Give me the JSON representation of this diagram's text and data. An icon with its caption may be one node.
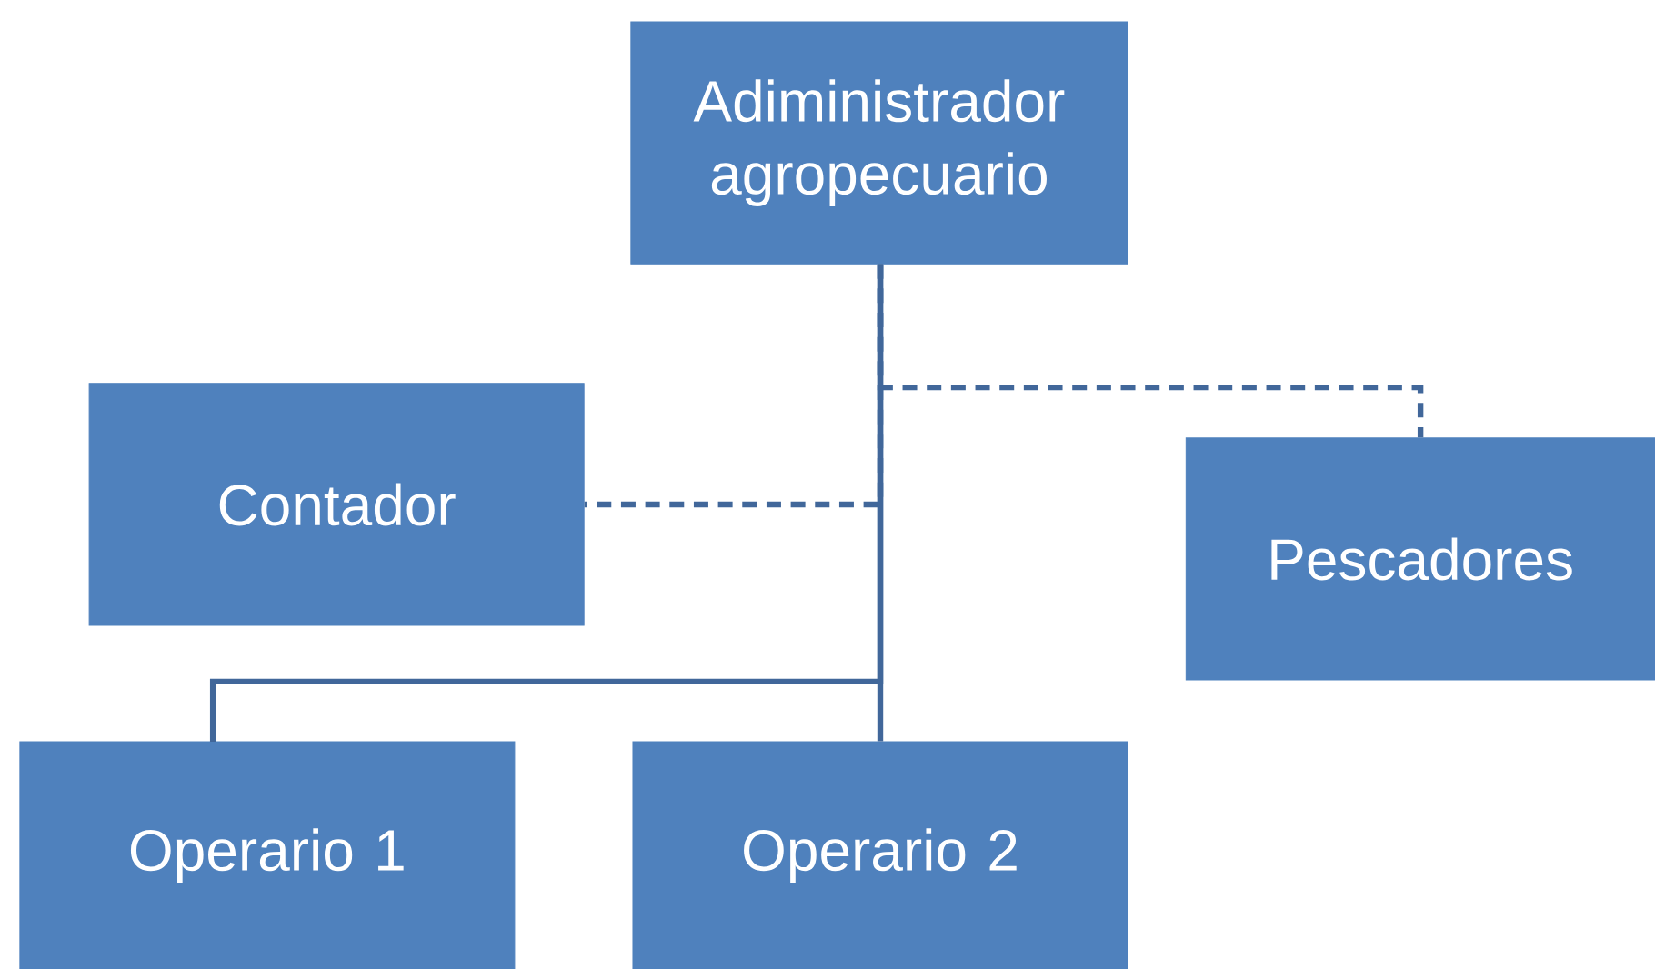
{
  "diagram": {
    "nodes": [
      {
        "text": [
          "Adiministrador agropecuario"
        ]
      },
      {
        "text": [
          "Contador"
        ]
      },
      {
        "text": [
          "Pescadores"
        ]
      },
      {
        "text": [
          "Operario 1"
        ]
      },
      {
        "text": [
          "Operario 2"
        ]
      }
    ],
    "edges": [
      {
        "from": 0,
        "to": 1,
        "arrow": "none",
        "style": "dashed"
      },
      {
        "from": 0,
        "to": 2,
        "arrow": "none",
        "style": "dashed"
      },
      {
        "from": 0,
        "to": 3,
        "arrow": "none"
      },
      {
        "from": 0,
        "to": 4,
        "arrow": "none"
      }
    ]
  }
}
